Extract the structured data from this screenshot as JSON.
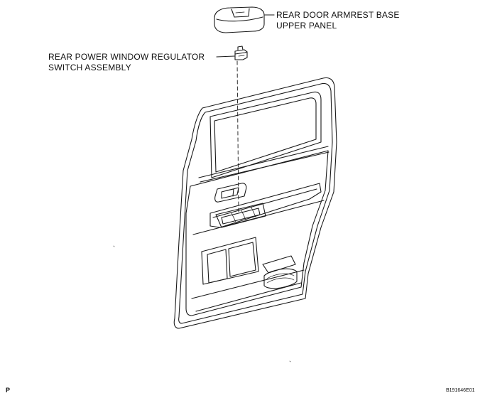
{
  "labels": {
    "armrest_line1": "REAR DOOR ARMREST BASE",
    "armrest_line2": "UPPER PANEL",
    "switch_line1": "REAR POWER WINDOW REGULATOR",
    "switch_line2": "SWITCH ASSEMBLY"
  },
  "footer": {
    "view_letter": "P",
    "figure_code": "B191646E01"
  },
  "colors": {
    "line": "#1a1a1a",
    "background": "#ffffff"
  }
}
